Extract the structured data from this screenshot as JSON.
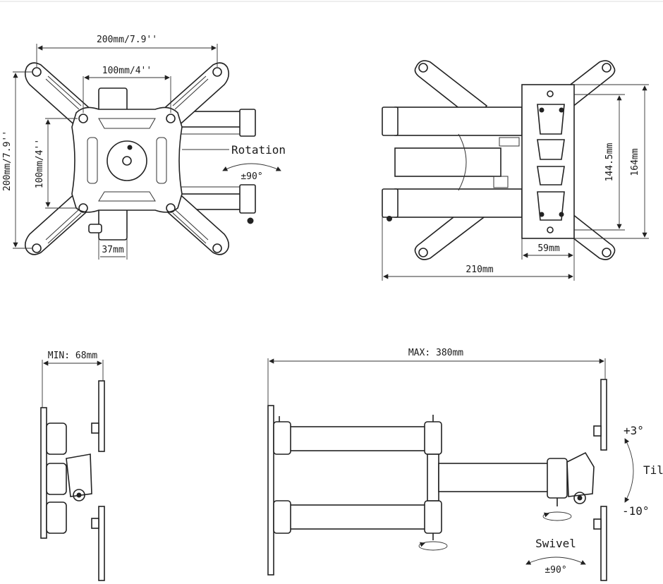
{
  "views": {
    "front": {
      "width_label": "200mm/7.9''",
      "inner_width_label": "100mm/4''",
      "height_label": "200mm/7.9''",
      "inner_height_label": "100mm/4''",
      "bottom_label": "37mm",
      "rotation_title": "Rotation",
      "rotation_value": "±90°"
    },
    "side_right": {
      "height_inner_label": "144.5mm",
      "height_outer_label": "164mm",
      "plate_width_label": "59mm",
      "total_width_label": "210mm"
    },
    "folded": {
      "min_label": "MIN: 68mm"
    },
    "extended": {
      "max_label": "MAX: 380mm",
      "tilt_title": "Tilt",
      "tilt_up": "+3°",
      "tilt_down": "-10°",
      "swivel_title": "Swivel",
      "swivel_value": "±90°"
    }
  }
}
